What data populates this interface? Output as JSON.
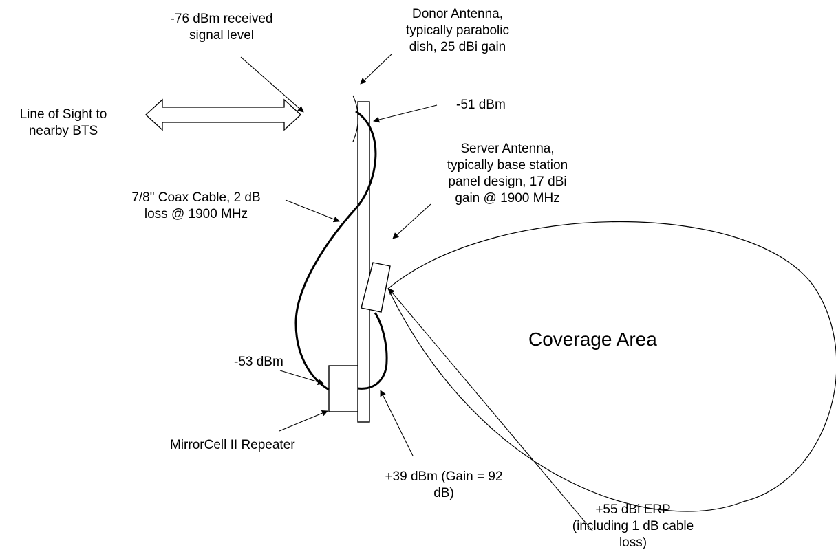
{
  "labels": {
    "received_signal": [
      "-76 dBm received",
      "signal level"
    ],
    "donor_antenna": [
      "Donor Antenna,",
      "typically parabolic",
      "dish, 25 dBi gain"
    ],
    "line_of_sight": [
      "Line of Sight to",
      "nearby BTS"
    ],
    "donor_output": "-51 dBm",
    "server_antenna": [
      "Server Antenna,",
      "typically base station",
      "panel design, 17 dBi",
      "gain @ 1900 MHz"
    ],
    "coax_cable": [
      "7/8\" Coax Cable, 2 dB",
      "loss @ 1900 MHz"
    ],
    "coverage_area": "Coverage Area",
    "repeater_input": "-53 dBm",
    "repeater": "MirrorCell II Repeater",
    "repeater_output": [
      "+39 dBm (Gain = 92",
      "dB)"
    ],
    "erp": [
      "+55 dBi ERP",
      "(including 1 dB cable",
      "loss)"
    ]
  }
}
